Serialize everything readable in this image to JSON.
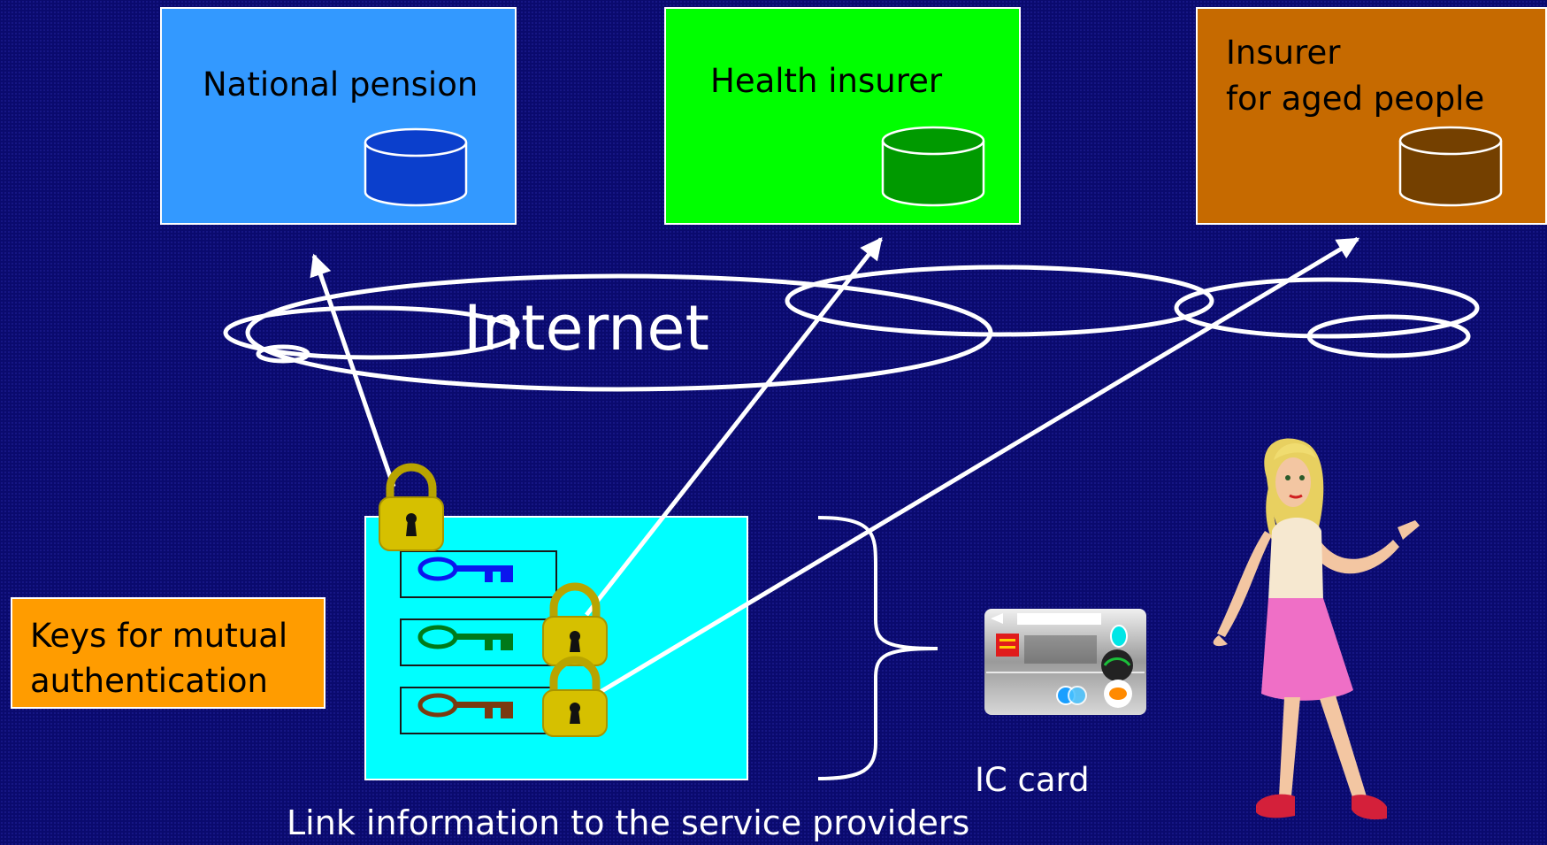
{
  "nodes": {
    "national_pension": {
      "label": "National pension",
      "fill": "#3399ff",
      "db_fill": "#0b3fcc"
    },
    "health_insurer": {
      "label": "Health insurer",
      "fill": "#00ff00",
      "db_fill": "#009a00"
    },
    "aged_insurer": {
      "label": "Insurer\nfor aged people",
      "fill": "#c66a00",
      "db_fill": "#744000"
    }
  },
  "network": {
    "label": "Internet"
  },
  "keys": {
    "label": "Keys for mutual\nauthentication",
    "items": [
      {
        "name": "blue-key",
        "color": "#0b16ee"
      },
      {
        "name": "green-key",
        "color": "#007a1a"
      },
      {
        "name": "brown-key",
        "color": "#7a3a10"
      }
    ]
  },
  "ic_card": {
    "label": "IC card"
  },
  "caption": "Link information to the service providers",
  "colors": {
    "background": "#0a0a6e",
    "panel": "#00ffff",
    "lock": "#d6c000",
    "arrow": "#ffffff"
  }
}
